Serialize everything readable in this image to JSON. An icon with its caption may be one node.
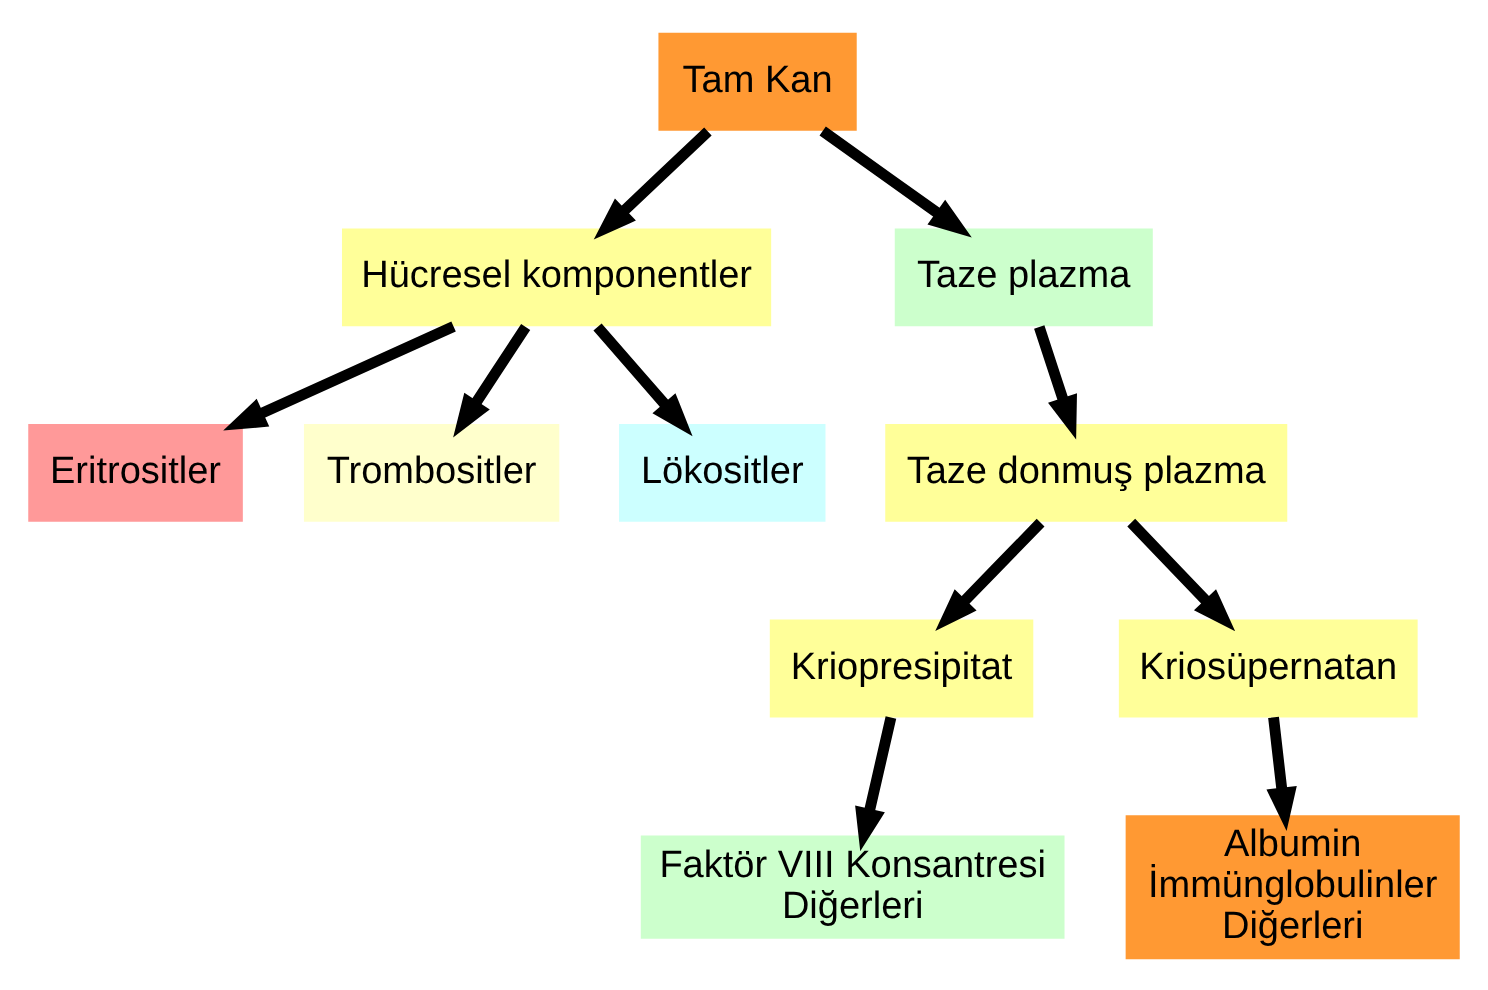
{
  "diagram": {
    "nodes": [
      {
        "text": [
          "Tam Kan"
        ]
      },
      {
        "text": [
          "Hücresel komponentler"
        ]
      },
      {
        "text": [
          "Taze plazma"
        ]
      },
      {
        "text": [
          "Eritrositler"
        ]
      },
      {
        "text": [
          "Trombositler"
        ]
      },
      {
        "text": [
          "Lökositler"
        ]
      },
      {
        "text": [
          "Taze donmuş plazma"
        ]
      },
      {
        "text": [
          "Kriopresipitat"
        ]
      },
      {
        "text": [
          "Kriosüpernatan"
        ]
      },
      {
        "text": [
          "Faktör VIII Konsantresi",
          "Diğerleri"
        ]
      },
      {
        "text": [
          "Albumin",
          "İmmünglobulinler",
          "Diğerleri"
        ]
      }
    ],
    "edges": [
      {
        "from": 0,
        "to": 1,
        "arrow": "to"
      },
      {
        "from": 0,
        "to": 2,
        "arrow": "to"
      },
      {
        "from": 1,
        "to": 3,
        "arrow": "to"
      },
      {
        "from": 1,
        "to": 4,
        "arrow": "to"
      },
      {
        "from": 1,
        "to": 5,
        "arrow": "to"
      },
      {
        "from": 2,
        "to": 6,
        "arrow": "to"
      },
      {
        "from": 6,
        "to": 7,
        "arrow": "to"
      },
      {
        "from": 6,
        "to": 8,
        "arrow": "to"
      },
      {
        "from": 7,
        "to": 9,
        "arrow": "to"
      },
      {
        "from": 8,
        "to": 10,
        "arrow": "to"
      }
    ]
  }
}
